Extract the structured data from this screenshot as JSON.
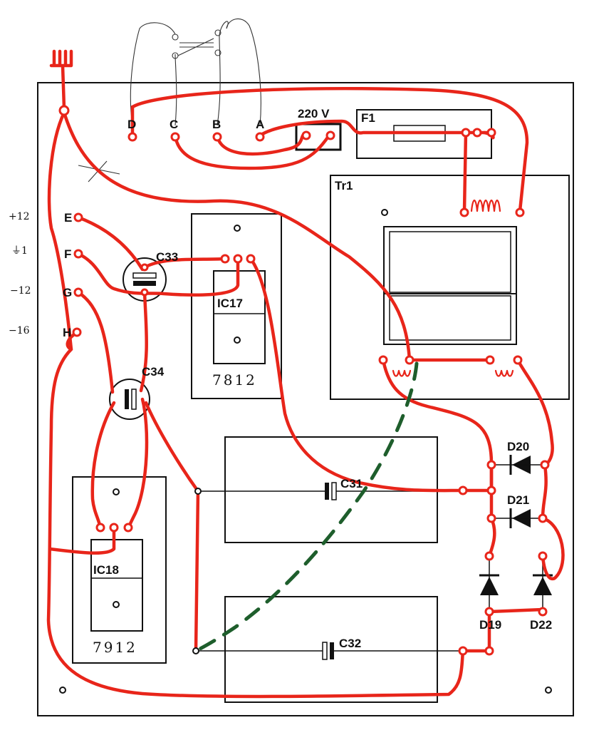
{
  "terminals": {
    "D": "D",
    "C": "C",
    "B": "B",
    "A": "A",
    "E": "E",
    "F": "F",
    "G": "G",
    "H": "H"
  },
  "labels": {
    "mains": "220 V",
    "fuse": "F1",
    "transformer": "Tr1",
    "cap33": "C33",
    "cap34": "C34",
    "cap31": "C31",
    "cap32": "C32",
    "ic17": "IC17",
    "ic18": "IC18",
    "diode19": "D19",
    "diode20": "D20",
    "diode21": "D21",
    "diode22": "D22"
  },
  "handwritten": {
    "reg1_part": "7812",
    "reg2_part": "7912",
    "rail_e": "+12",
    "rail_f": "⏚1",
    "rail_g": "−12",
    "rail_h": "−16"
  },
  "colors": {
    "wire": "#e8251a",
    "board_line": "#111111",
    "dashed_wire": "#1e5e2c",
    "pencil": "#333333"
  }
}
